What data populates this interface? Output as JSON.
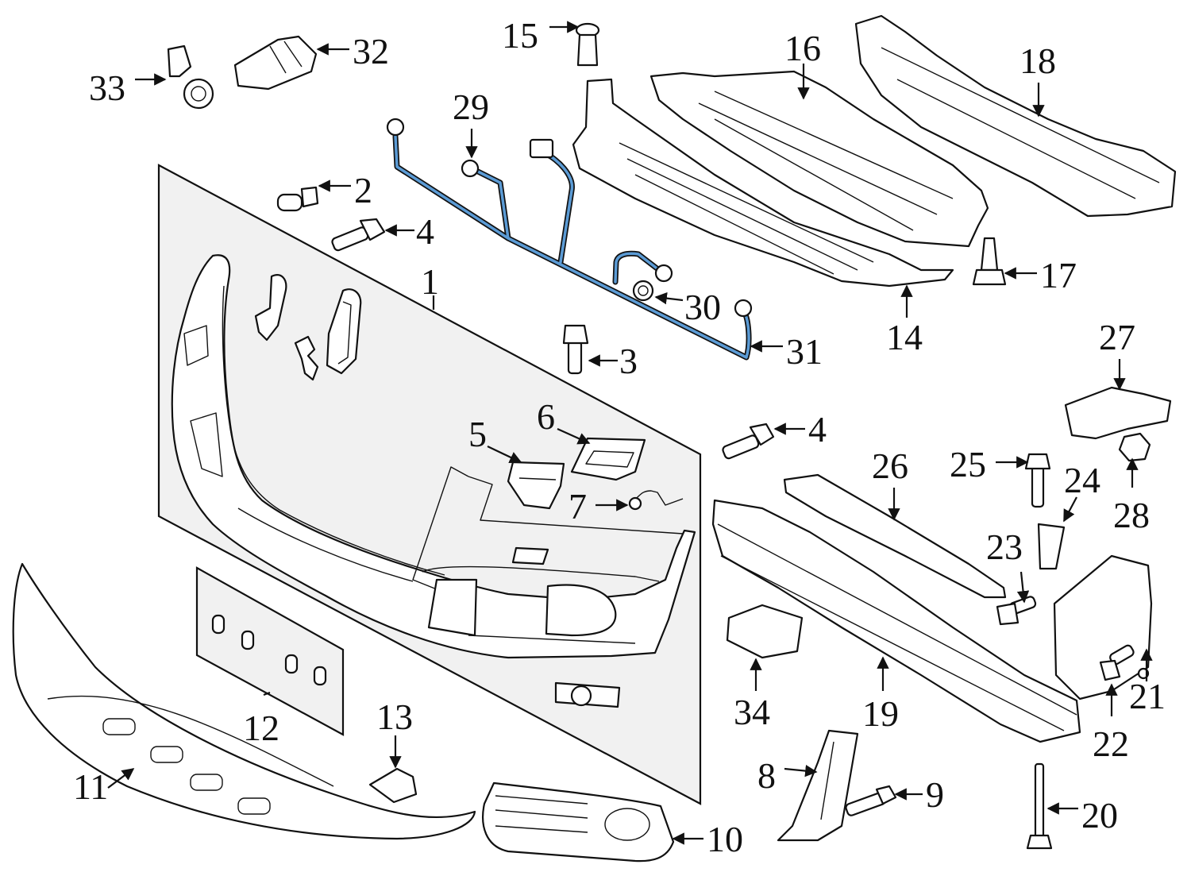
{
  "diagram": {
    "colors": {
      "line": "#111111",
      "panel": "#f1f1f1",
      "harness": "#5b9bd5"
    },
    "callouts": [
      {
        "id": "1",
        "label": "1"
      },
      {
        "id": "2",
        "label": "2"
      },
      {
        "id": "3",
        "label": "3"
      },
      {
        "id": "4a",
        "label": "4"
      },
      {
        "id": "4b",
        "label": "4"
      },
      {
        "id": "5",
        "label": "5"
      },
      {
        "id": "6",
        "label": "6"
      },
      {
        "id": "7",
        "label": "7"
      },
      {
        "id": "8",
        "label": "8"
      },
      {
        "id": "9",
        "label": "9"
      },
      {
        "id": "10",
        "label": "10"
      },
      {
        "id": "11",
        "label": "11"
      },
      {
        "id": "12",
        "label": "12"
      },
      {
        "id": "13",
        "label": "13"
      },
      {
        "id": "14",
        "label": "14"
      },
      {
        "id": "15",
        "label": "15"
      },
      {
        "id": "16",
        "label": "16"
      },
      {
        "id": "17",
        "label": "17"
      },
      {
        "id": "18",
        "label": "18"
      },
      {
        "id": "19",
        "label": "19"
      },
      {
        "id": "20",
        "label": "20"
      },
      {
        "id": "21",
        "label": "21"
      },
      {
        "id": "22",
        "label": "22"
      },
      {
        "id": "23",
        "label": "23"
      },
      {
        "id": "24",
        "label": "24"
      },
      {
        "id": "25",
        "label": "25"
      },
      {
        "id": "26",
        "label": "26"
      },
      {
        "id": "27",
        "label": "27"
      },
      {
        "id": "28",
        "label": "28"
      },
      {
        "id": "29",
        "label": "29"
      },
      {
        "id": "30",
        "label": "30"
      },
      {
        "id": "31",
        "label": "31"
      },
      {
        "id": "32",
        "label": "32"
      },
      {
        "id": "33",
        "label": "33"
      },
      {
        "id": "34",
        "label": "34"
      }
    ]
  }
}
